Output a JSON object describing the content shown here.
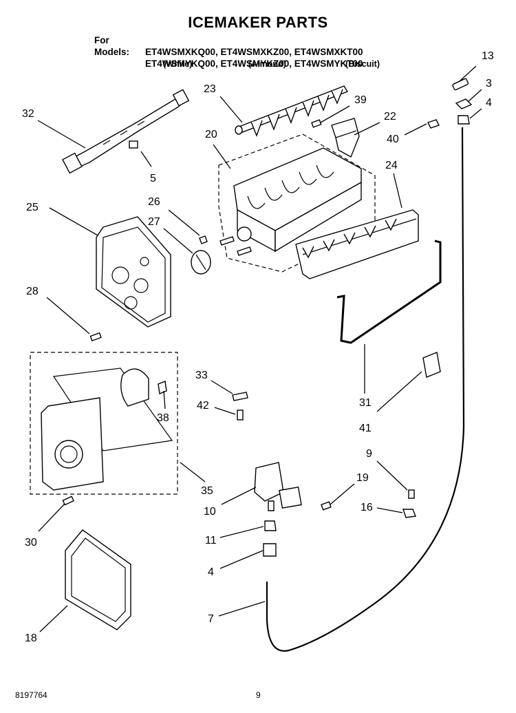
{
  "header": {
    "title": "ICEMAKER PARTS",
    "models_prefix": "For Models:",
    "models_line1": "ET4WSMXKQ00, ET4WSMXKZ00, ET4WSMXKT00",
    "models_line2": "ET4WSMYKQ00, ET4WSMYKZ00, ET4WSMYKT00",
    "color_white": "(White)",
    "color_almond": "(Almond)",
    "color_biscuit": "(Biscuit)"
  },
  "callouts": {
    "c13": "13",
    "c3": "3",
    "c4a": "4",
    "c40": "40",
    "c23": "23",
    "c39": "39",
    "c22": "22",
    "c32": "32",
    "c5": "5",
    "c20": "20",
    "c24": "24",
    "c25": "25",
    "c26": "26",
    "c27": "27",
    "c28": "28",
    "c33": "33",
    "c42": "42",
    "c38": "38",
    "c31": "31",
    "c41": "41",
    "c35": "35",
    "c9": "9",
    "c19": "19",
    "c10": "10",
    "c16": "16",
    "c30": "30",
    "c11": "11",
    "c4b": "4",
    "c7": "7",
    "c18": "18"
  },
  "footer": {
    "doc_number": "8197764",
    "page_number": "9"
  }
}
